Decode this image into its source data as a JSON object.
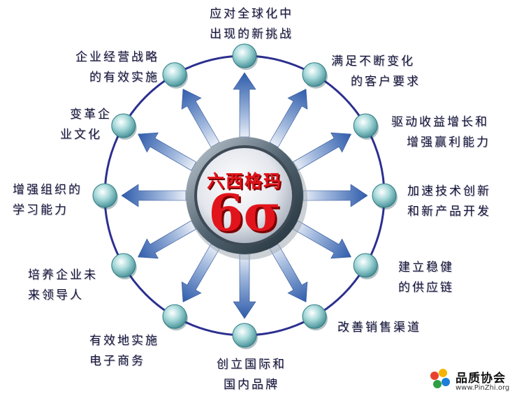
{
  "center": {
    "title": "六西格玛",
    "symbol": "6σ"
  },
  "nodes": [
    {
      "line1": "应对全球化中",
      "line2": "出现的新挑战"
    },
    {
      "line1": "满足不断变化",
      "line2": "的客户要求"
    },
    {
      "line1": "驱动收益增长和",
      "line2": "增强赢利能力"
    },
    {
      "line1": "加速技术创新",
      "line2": "和新产品开发"
    },
    {
      "line1": "建立稳健",
      "line2": "的供应链"
    },
    {
      "line1": "改善销售渠道",
      "line2": ""
    },
    {
      "line1": "创立国际和",
      "line2": "国内品牌"
    },
    {
      "line1": "有效地实施",
      "line2": "电子商务"
    },
    {
      "line1": "培养企业未",
      "line2": "来领导人"
    },
    {
      "line1": "增强组织的",
      "line2": "学习能力"
    },
    {
      "line1": "变革企",
      "line2": "业文化"
    },
    {
      "line1": "企业经营战略",
      "line2": "的有效实施"
    }
  ],
  "logo": {
    "name": "品质协会",
    "url": "www.PinZhi.org"
  }
}
